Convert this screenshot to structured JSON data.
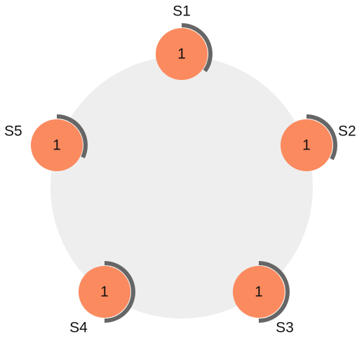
{
  "colors": {
    "page_background": "#ffffff",
    "ring": "#eeeeee",
    "node_fill": "#fb8a5f",
    "timer_arc": "#666666",
    "text": "#111111"
  },
  "servers": [
    {
      "id": "S1",
      "label": "S1",
      "term": "1",
      "timer_fraction": 0.35
    },
    {
      "id": "S2",
      "label": "S2",
      "term": "1",
      "timer_fraction": 0.33
    },
    {
      "id": "S3",
      "label": "S3",
      "term": "1",
      "timer_fraction": 0.5
    },
    {
      "id": "S4",
      "label": "S4",
      "term": "1",
      "timer_fraction": 0.5
    },
    {
      "id": "S5",
      "label": "S5",
      "term": "1",
      "timer_fraction": 0.32
    }
  ]
}
